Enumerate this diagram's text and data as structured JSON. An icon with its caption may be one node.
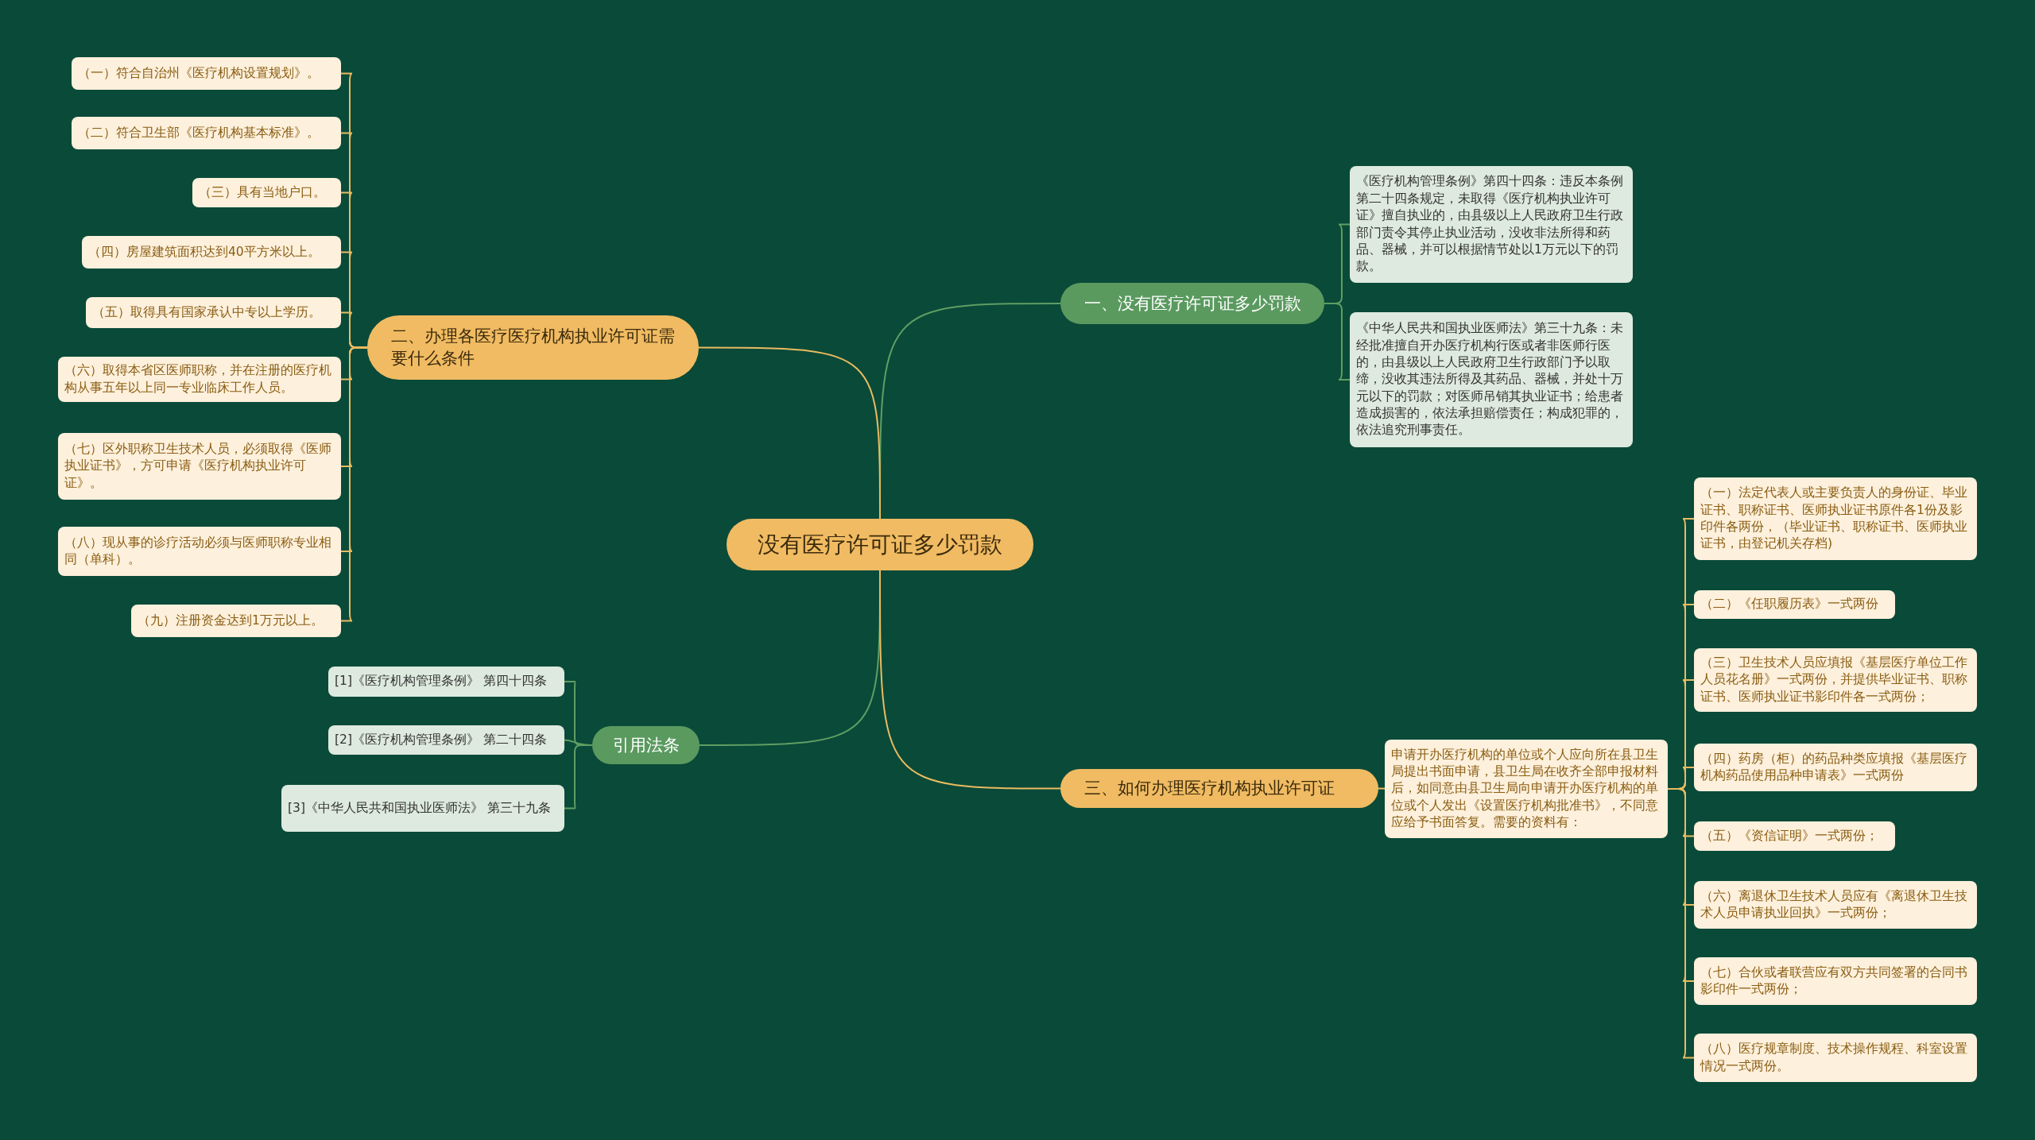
{
  "diagram": {
    "nodes": [
      {
        "text": [
          "没有医疗许可证多少罚款"
        ]
      },
      {
        "text": [
          "一、没有医疗许可证多少罚款"
        ]
      },
      {
        "text": [
          "《医疗机构管理条例》第四十四条：违反本条例第二十四条规定，未取得《医疗机构执业许可证》擅自执业的，由县级以上人民政府卫生行政部门责令其停止执业活动，没收非法所得和药品、器械，并可以根据情节处以1万元以下的罚款。"
        ]
      },
      {
        "text": [
          "《中华人民共和国执业医师法》第三十九条：未经批准擅自开办医疗机构行医或者非医师行医的，由县级以上人民政府卫生行政部门予以取缔，没收其违法所得及其药品、器械，并处十万元以下的罚款；对医师吊销其执业证书；给患者造成损害的，依法承担赔偿责任；构成犯罪的，依法追究刑事责任。"
        ]
      },
      {
        "text": [
          "二、办理各医疗医疗机构执业许可证需要什么条件"
        ]
      },
      {
        "text": [
          "（一）符合自治州《医疗机构设置规划》。"
        ]
      },
      {
        "text": [
          "（二）符合卫生部《医疗机构基本标准》。"
        ]
      },
      {
        "text": [
          "（三）具有当地户口。"
        ]
      },
      {
        "text": [
          "（四）房屋建筑面积达到40平方米以上。"
        ]
      },
      {
        "text": [
          "（五）取得具有国家承认中专以上学历。"
        ]
      },
      {
        "text": [
          "（六）取得本省区医师职称，并在注册的医疗机构从事五年以上同一专业临床工作人员。"
        ]
      },
      {
        "text": [
          "（七）区外职称卫生技术人员，必须取得《医师执业证书》，方可申请《医疗机构执业许可证》。"
        ]
      },
      {
        "text": [
          "（八）现从事的诊疗活动必须与医师职称专业相同（单科）。"
        ]
      },
      {
        "text": [
          "（九）注册资金达到1万元以上。"
        ]
      },
      {
        "text": [
          "引用法条"
        ]
      },
      {
        "text": [
          "[1]《医疗机构管理条例》 第四十四条"
        ]
      },
      {
        "text": [
          "[2]《医疗机构管理条例》 第二十四条"
        ]
      },
      {
        "text": [
          "[3]《中华人民共和国执业医师法》 第三十九条"
        ]
      },
      {
        "text": [
          "三、如何办理医疗机构执业许可证"
        ]
      },
      {
        "text": [
          "申请开办医疗机构的单位或个人应向所在县卫生局提出书面申请，县卫生局在收齐全部申报材料后，如同意由县卫生局向申请开办医疗机构的单位或个人发出《设置医疗机构批准书》，不同意应给予书面答复。需要的资料有："
        ]
      },
      {
        "text": [
          "（一）法定代表人或主要负责人的身份证、毕业证书、职称证书、医师执业证书原件各1份及影印件各两份，（毕业证书、职称证书、医师执业证书，由登记机关存档)"
        ]
      },
      {
        "text": [
          "（二）《任职履历表》一式两份"
        ]
      },
      {
        "text": [
          "（三）卫生技术人员应填报《基层医疗单位工作人员花名册》一式两份，并提供毕业证书、职称证书、医师执业证书影印件各一式两份；"
        ]
      },
      {
        "text": [
          "（四）药房（柜）的药品种类应填报《基层医疗机构药品使用品种申请表》一式两份"
        ]
      },
      {
        "text": [
          "（五）《资信证明》一式两份；"
        ]
      },
      {
        "text": [
          "（六）离退休卫生技术人员应有《离退休卫生技术人员申请执业回执》一式两份；"
        ]
      },
      {
        "text": [
          "（七）合伙或者联营应有双方共同签署的合同书影印件一式两份；"
        ]
      },
      {
        "text": [
          "（八）医疗规章制度、技术操作规程、科室设置情况一式两份。"
        ]
      }
    ],
    "edges": [
      {
        "from": 0,
        "to": 1,
        "arrow": "none",
        "color": "#5f9e63"
      },
      {
        "from": 1,
        "to": 2,
        "arrow": "none",
        "color": "#5f9e63"
      },
      {
        "from": 1,
        "to": 3,
        "arrow": "none",
        "color": "#5f9e63"
      },
      {
        "from": 0,
        "to": 4,
        "arrow": "none"
      },
      {
        "from": 4,
        "to": 5,
        "arrow": "none"
      },
      {
        "from": 4,
        "to": 6,
        "arrow": "none"
      },
      {
        "from": 4,
        "to": 7,
        "arrow": "none"
      },
      {
        "from": 4,
        "to": 8,
        "arrow": "none"
      },
      {
        "from": 4,
        "to": 9,
        "arrow": "none"
      },
      {
        "from": 4,
        "to": 10,
        "arrow": "none"
      },
      {
        "from": 4,
        "to": 11,
        "arrow": "none"
      },
      {
        "from": 4,
        "to": 12,
        "arrow": "none"
      },
      {
        "from": 4,
        "to": 13,
        "arrow": "none"
      },
      {
        "from": 0,
        "to": 14,
        "arrow": "none",
        "color": "#5f9e63"
      },
      {
        "from": 14,
        "to": 15,
        "arrow": "none",
        "color": "#5f9e63"
      },
      {
        "from": 14,
        "to": 16,
        "arrow": "none",
        "color": "#5f9e63"
      },
      {
        "from": 14,
        "to": 17,
        "arrow": "none",
        "color": "#5f9e63"
      },
      {
        "from": 0,
        "to": 18,
        "arrow": "none"
      },
      {
        "from": 18,
        "to": 19,
        "arrow": "none"
      },
      {
        "from": 19,
        "to": 20,
        "arrow": "none"
      },
      {
        "from": 19,
        "to": 21,
        "arrow": "none"
      },
      {
        "from": 19,
        "to": 22,
        "arrow": "none"
      },
      {
        "from": 19,
        "to": 23,
        "arrow": "none"
      },
      {
        "from": 19,
        "to": 24,
        "arrow": "none"
      },
      {
        "from": 19,
        "to": 25,
        "arrow": "none"
      },
      {
        "from": 19,
        "to": 26,
        "arrow": "none"
      },
      {
        "from": 19,
        "to": 27,
        "arrow": "none"
      }
    ]
  }
}
